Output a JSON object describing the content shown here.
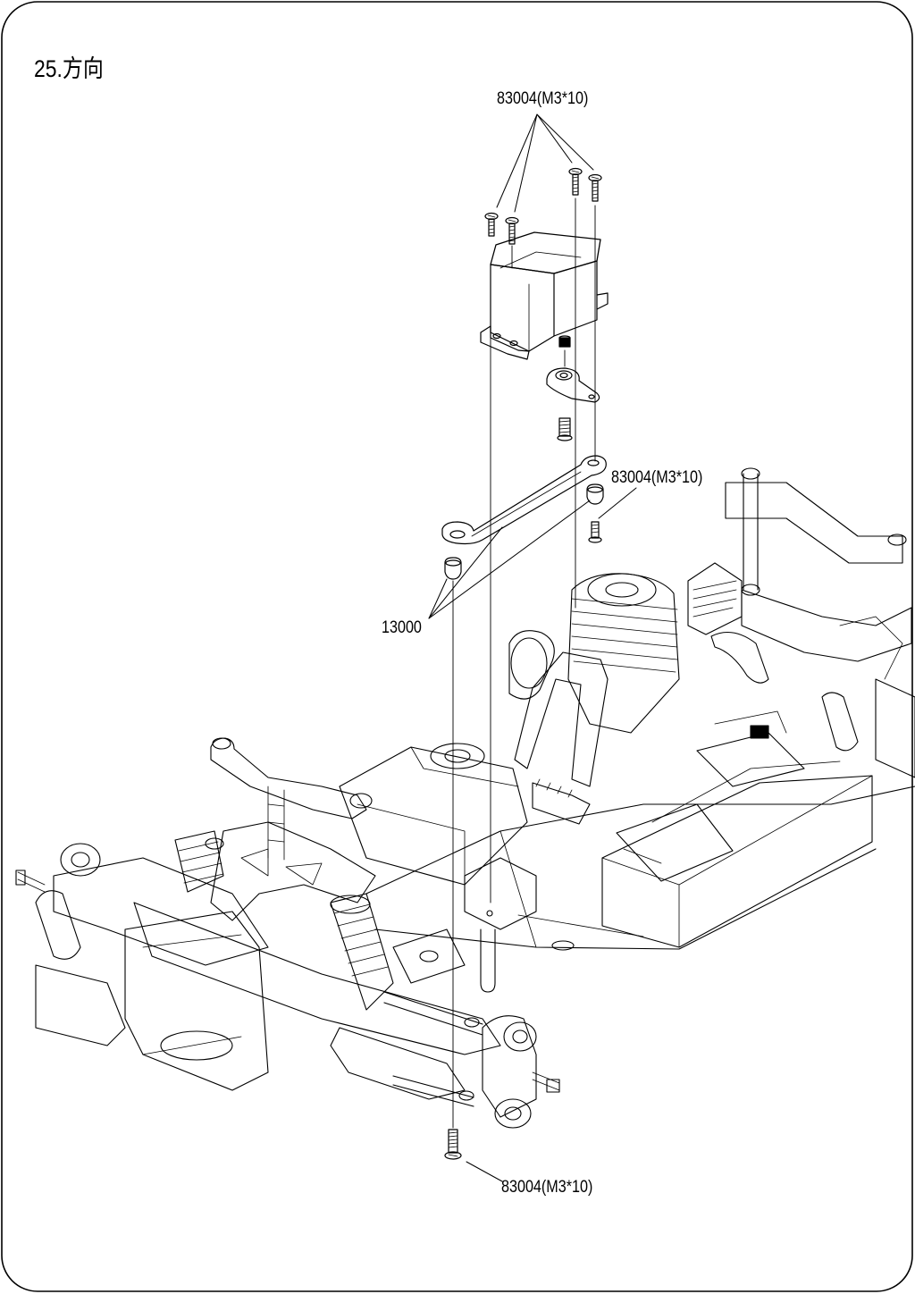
{
  "step": {
    "title": "25.方向"
  },
  "callouts": {
    "servo_screws": "83004(M3*10)",
    "ball_screw": "83004(M3*10)",
    "pivot_balls": "13000",
    "bottom_screw": "83004(M3*10)"
  },
  "colors": {
    "line": "#000000",
    "paper": "#ffffff"
  }
}
